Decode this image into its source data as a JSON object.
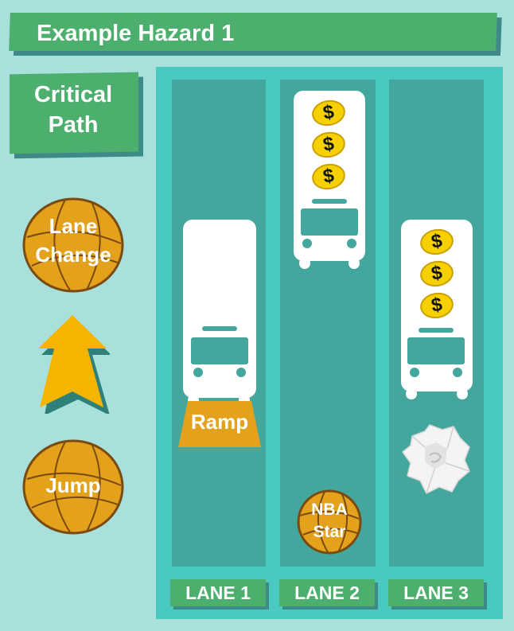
{
  "title": "Example Hazard 1",
  "critical_path_line1": "Critical",
  "critical_path_line2": "Path",
  "legend": {
    "lane_change_line1": "Lane",
    "lane_change_line2": "Change",
    "jump": "Jump"
  },
  "ramp_label": "Ramp",
  "nba_star_line1": "NBA",
  "nba_star_line2": "Star",
  "coin_symbol": "$",
  "lanes": [
    {
      "label": "LANE 1"
    },
    {
      "label": "LANE 2"
    },
    {
      "label": "LANE 3"
    }
  ],
  "colors": {
    "background": "#a8e0dc",
    "banner_green": "#4caf6e",
    "board_teal": "#49c9c0",
    "lane_teal": "#43a79d",
    "ball_orange": "#e3a11c",
    "arrow_yellow": "#f5b400",
    "coin_yellow": "#f6d000"
  },
  "icons": [
    "bus-icon",
    "coin-icon",
    "basketball-icon",
    "up-arrow-icon",
    "ramp-icon",
    "crumpled-paper-icon"
  ]
}
